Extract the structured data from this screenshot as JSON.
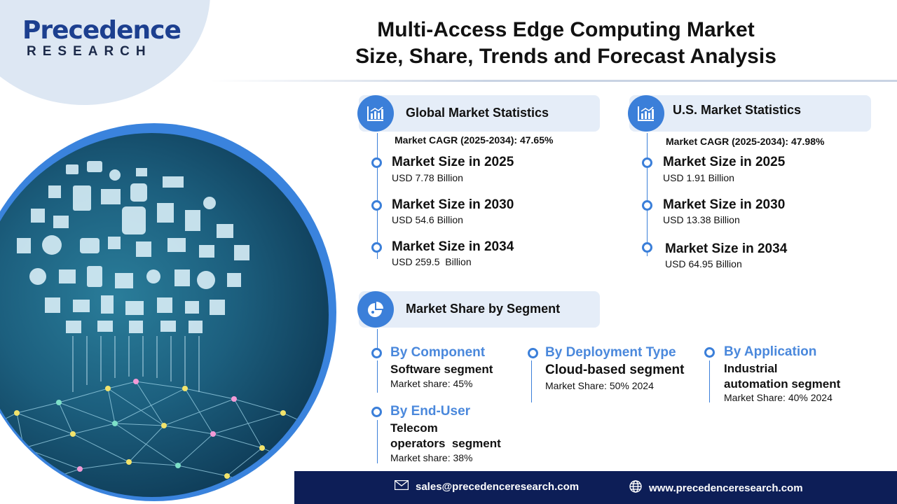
{
  "logo": {
    "main": "Precedence",
    "sub": "RESEARCH"
  },
  "title": {
    "line1": "Multi-Access Edge Computing Market",
    "line2": "Size, Share, Trends and Forecast Analysis"
  },
  "global": {
    "heading": "Global Market Statistics",
    "icon": "bar-chart-icon",
    "cagr": "Market CAGR (2025-2034): 47.65%",
    "stats": [
      {
        "label": "Market Size in 2025",
        "value": "USD 7.78 Billion"
      },
      {
        "label": "Market Size in 2030",
        "value": "USD 54.6 Billion"
      },
      {
        "label": "Market Size in 2034",
        "value": "USD 259.5  Billion"
      }
    ]
  },
  "us": {
    "heading": "U.S. Market Statistics",
    "icon": "bar-chart-icon",
    "cagr": "Market CAGR (2025-2034): 47.98%",
    "stats": [
      {
        "label": "Market Size in 2025",
        "value": "USD 1.91 Billion"
      },
      {
        "label": "Market Size in 2030",
        "value": "USD 13.38 Billion"
      },
      {
        "label": "Market Size in 2034",
        "value": "USD 64.95 Billion"
      }
    ]
  },
  "segments": {
    "heading": "Market Share by Segment",
    "icon": "pie-chart-icon",
    "component": {
      "head": "By Component",
      "name": "Software segment",
      "share": "Market share: 45%"
    },
    "deployment": {
      "head": "By Deployment Type",
      "name": "Cloud-based segment",
      "share": "Market Share: 50% 2024"
    },
    "application": {
      "head": "By Application",
      "name1": "Industrial",
      "name2": "automation segment",
      "share": "Market Share: 40% 2024"
    },
    "enduser": {
      "head": "By End-User",
      "name1": "Telecom",
      "name2": "operators  segment",
      "share": "Market share: 38%"
    }
  },
  "footer": {
    "email": "sales@precedenceresearch.com",
    "email_icon": "envelope-icon",
    "website": "www.precedenceresearch.com",
    "website_icon": "globe-icon"
  },
  "colors": {
    "accent": "#3b7fd9",
    "navy": "#0d1e57",
    "pill": "#e5edf8",
    "segment_heading": "#4a88dc"
  }
}
